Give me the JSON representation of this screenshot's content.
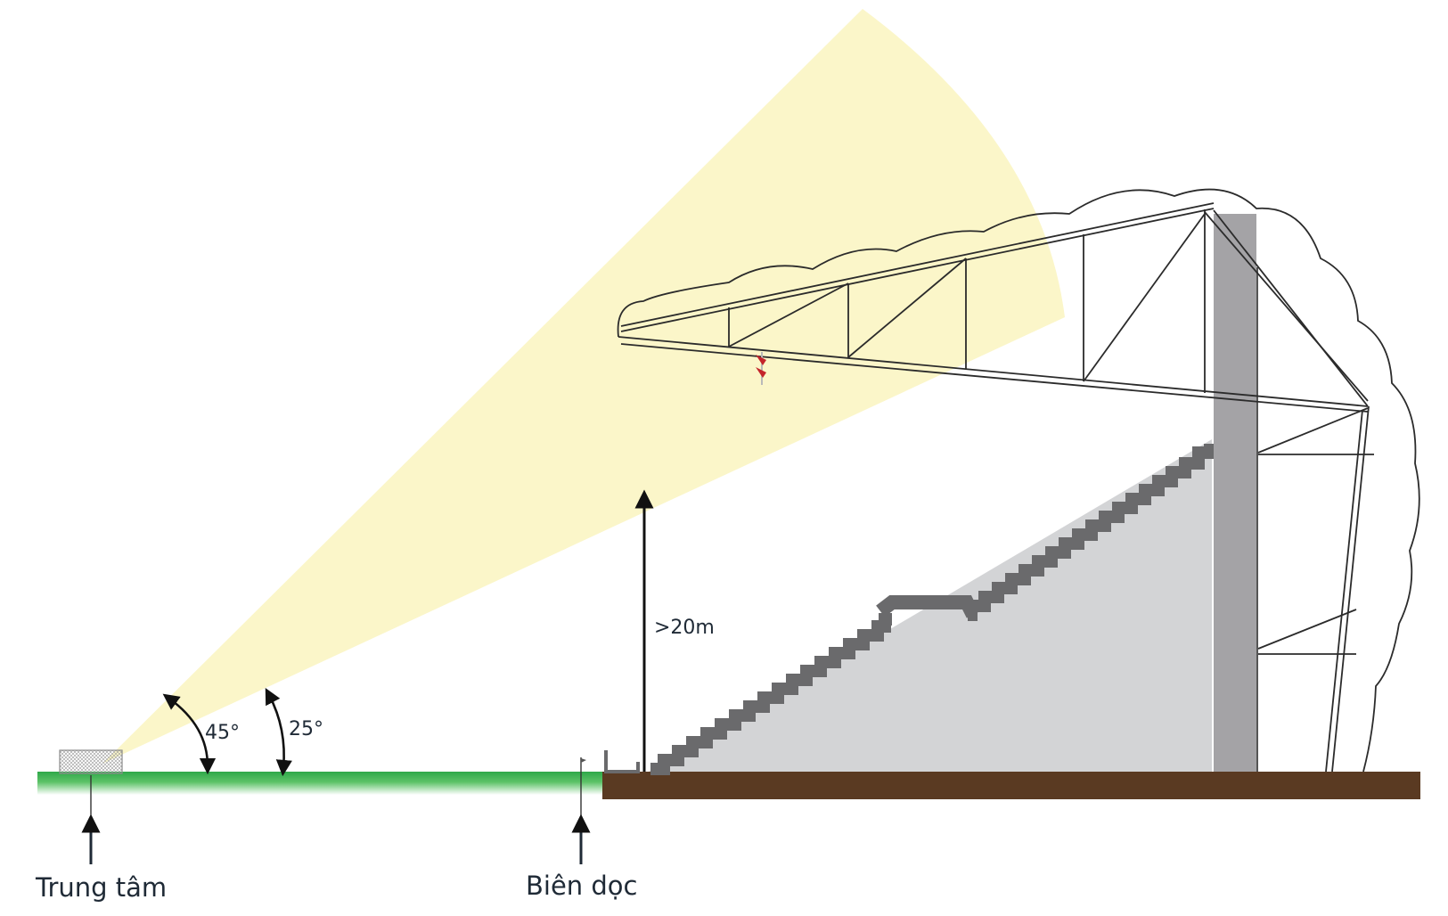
{
  "labels": {
    "center": "Trung tâm",
    "sideline": "Biên dọc",
    "height": ">20m",
    "angle_upper": "45°",
    "angle_lower": "25°"
  },
  "colors": {
    "light_beam": "#fbf6c9",
    "pitch_green": "#3cb44a",
    "ground_brown": "#5a3a22",
    "stand_grey": "#d3d4d6",
    "column_grey": "#a4a3a6",
    "stair_dark": "#6a6a6c",
    "roof_outline": "#2b2b2b",
    "floodlight_red": "#c4242b",
    "text": "#1f2a36"
  },
  "icons": [
    "up-arrow-icon",
    "angle-arrow-icon",
    "floodlight-icon",
    "goal-icon",
    "corner-flag-icon"
  ]
}
